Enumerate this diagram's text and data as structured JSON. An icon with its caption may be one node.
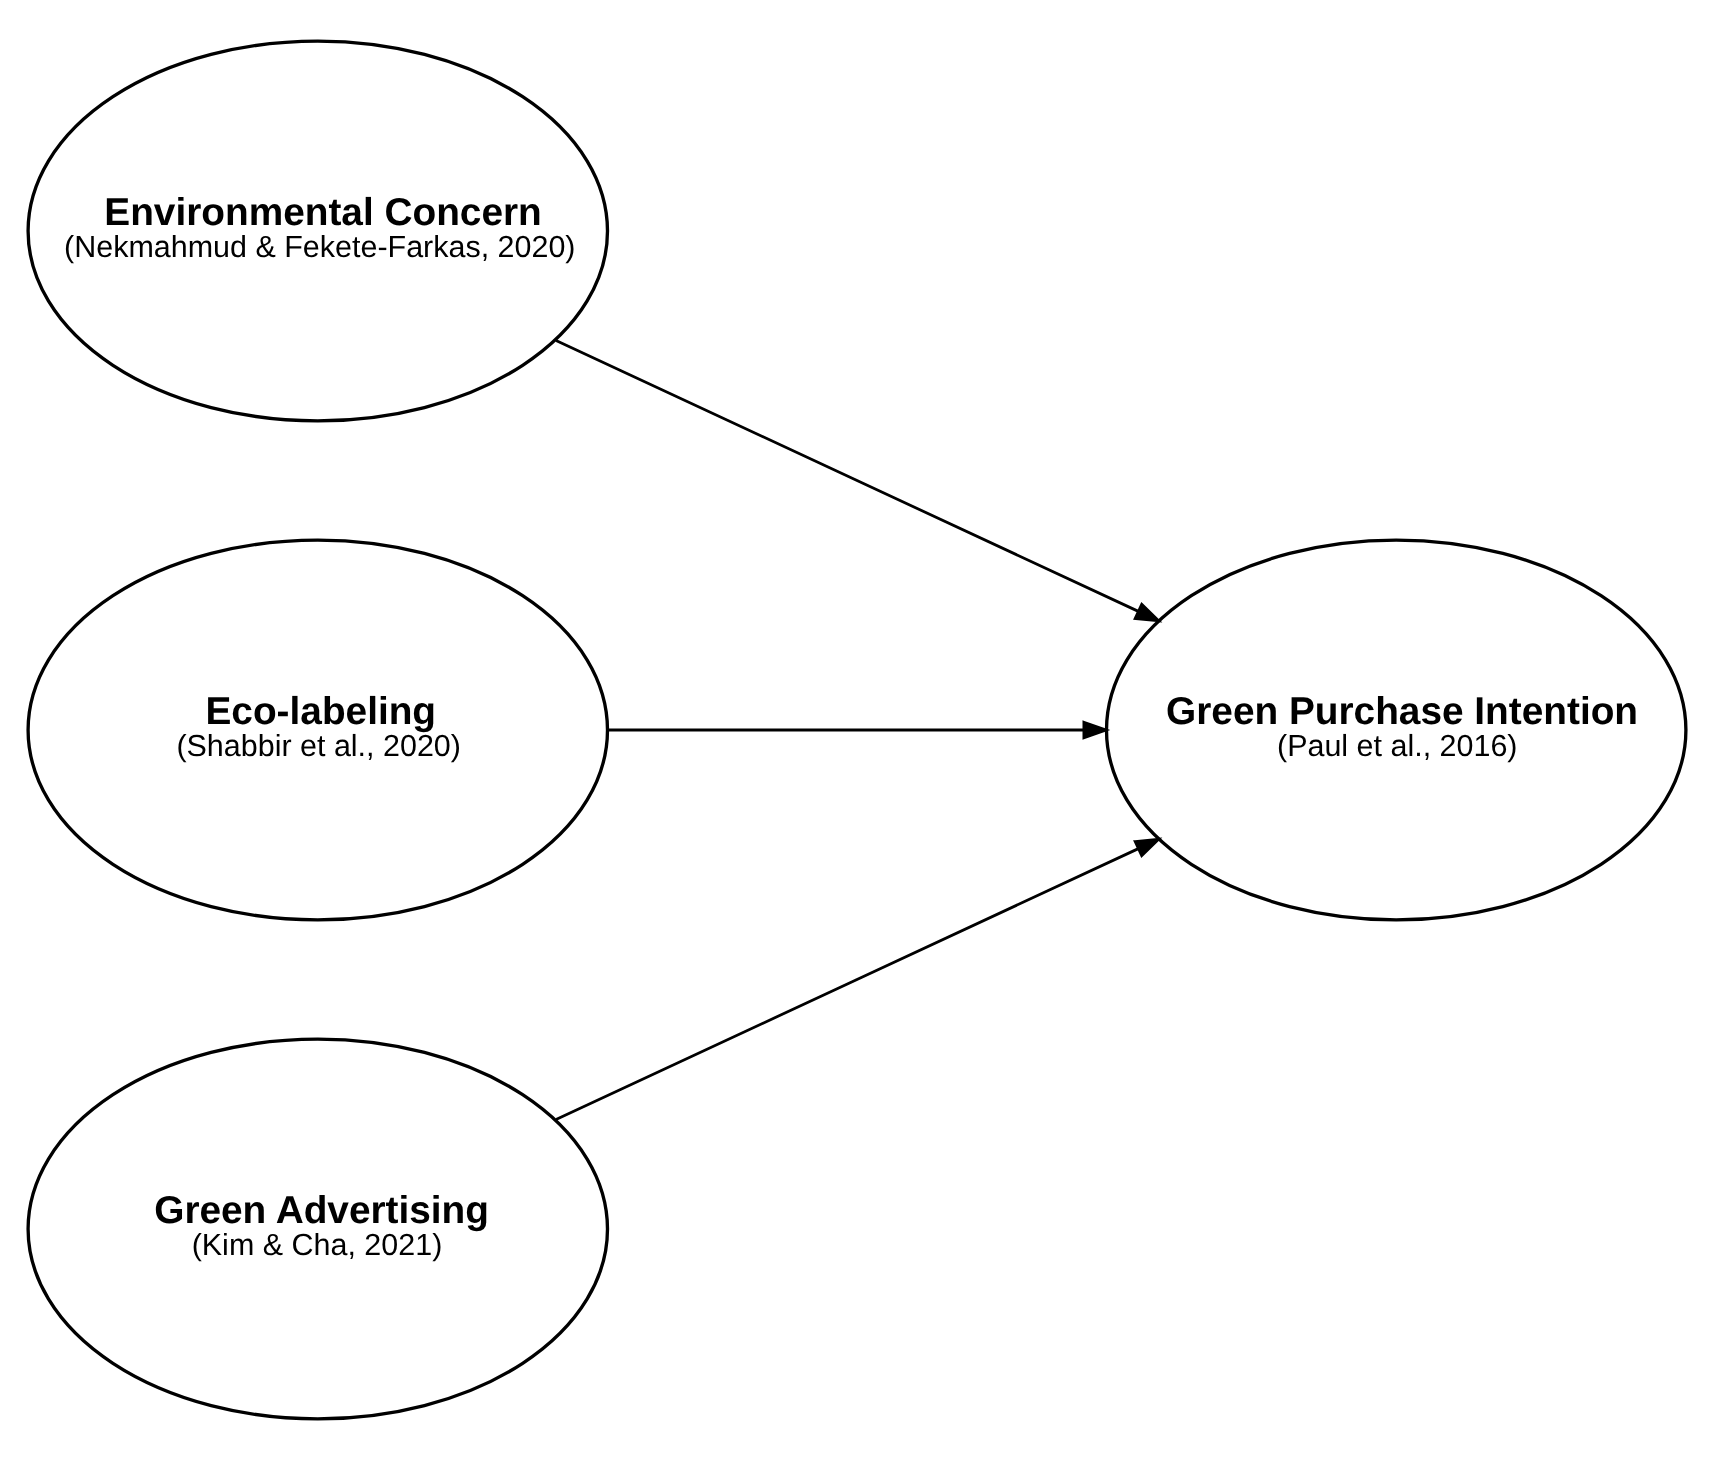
{
  "diagram": {
    "nodes": [
      {
        "text": [
          "Environmental Concern",
          "(Nekmahmud & Fekete-Farkas, 2020)"
        ]
      },
      {
        "text": [
          "Eco-labeling",
          "(Shabbir et al., 2020)"
        ]
      },
      {
        "text": [
          "Green Advertising",
          "(Kim & Cha, 2021)"
        ]
      },
      {
        "text": [
          "Green Purchase Intention",
          "(Paul et al., 2016)"
        ]
      }
    ],
    "edges": [
      {
        "from": 0,
        "to": 3,
        "arrow": "to"
      },
      {
        "from": 1,
        "to": 3,
        "arrow": "to"
      },
      {
        "from": 2,
        "to": 3,
        "arrow": "to"
      }
    ]
  }
}
